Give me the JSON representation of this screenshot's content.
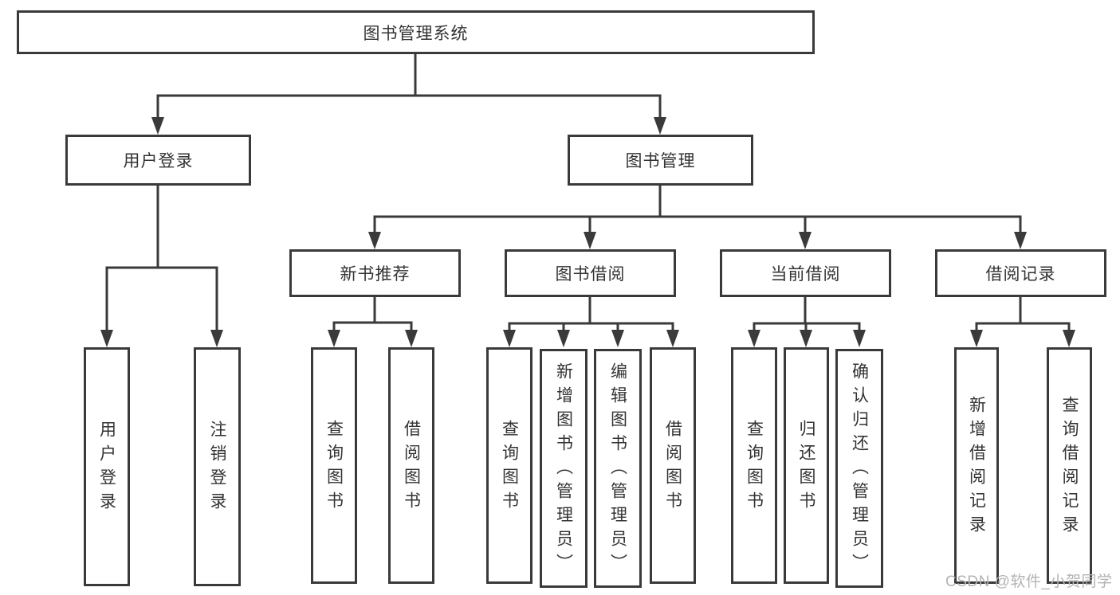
{
  "nodes": {
    "root": {
      "label": "图书管理系统"
    },
    "level2": [
      {
        "label": "用户登录"
      },
      {
        "label": "图书管理"
      }
    ],
    "level3": [
      {
        "label": "新书推荐"
      },
      {
        "label": "图书借阅"
      },
      {
        "label": "当前借阅"
      },
      {
        "label": "借阅记录"
      }
    ],
    "leaves_login": [
      {
        "label": "用户登录"
      },
      {
        "label": "注销登录"
      }
    ],
    "leaves_recommend": [
      {
        "label": "查询图书"
      },
      {
        "label": "借阅图书"
      }
    ],
    "leaves_borrow": [
      {
        "label": "查询图书"
      },
      {
        "label": "新增图书（管理员）"
      },
      {
        "label": "编辑图书（管理员）"
      },
      {
        "label": "借阅图书"
      }
    ],
    "leaves_current": [
      {
        "label": "查询图书"
      },
      {
        "label": "归还图书"
      },
      {
        "label": "确认归还（管理员）"
      }
    ],
    "leaves_records": [
      {
        "label": "新增借阅记录"
      },
      {
        "label": "查询借阅记录"
      }
    ]
  },
  "watermark": {
    "text": "CSDN @软件_小贺同学"
  },
  "colors": {
    "line": "#3a3a3a",
    "text": "#333333",
    "box_background": "#ffffff",
    "watermark_text": "#b3b3b3",
    "page_background": "#ffffff"
  }
}
